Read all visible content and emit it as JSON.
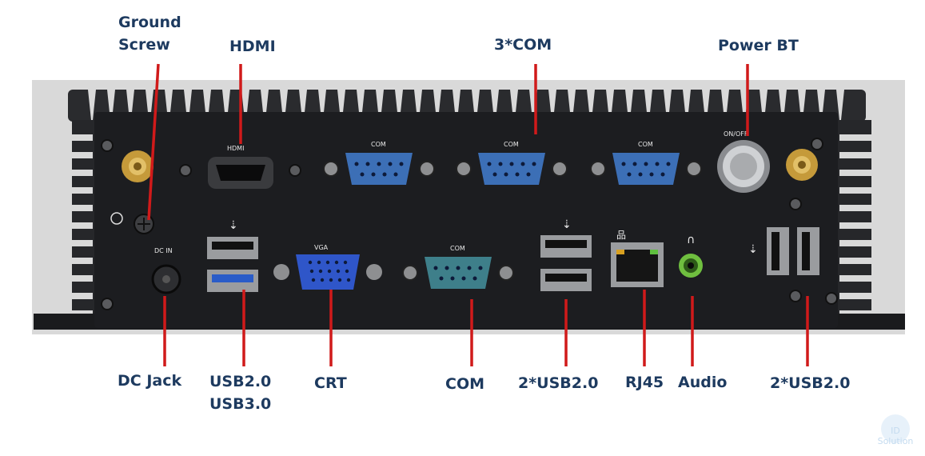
{
  "labels": {
    "ground": [
      "Ground",
      "Screw"
    ],
    "hdmi": "HDMI",
    "com3": "3*COM",
    "power": "Power BT",
    "dc": "DC Jack",
    "usb_pair": [
      "USB2.0",
      "USB3.0"
    ],
    "crt": "CRT",
    "com": "COM",
    "usb_mid": "2*USB2.0",
    "rj45": "RJ45",
    "audio": "Audio",
    "usb_right": "2*USB2.0"
  },
  "silkscreen": {
    "hdmi": "HDMI",
    "com": "COM",
    "vga": "VGA",
    "onoff": "ON/OFF",
    "dcin": "DC IN"
  },
  "watermark": "ID Solution",
  "colors": {
    "label_text": "#1d3a5f",
    "pointer": "#d01a1a",
    "chassis": "#1c1d20",
    "com_port": "#3c6fb6",
    "vga_port": "#2f56c9",
    "usb3": "#2a5cc8",
    "audio_ring": "#6fbf3f"
  }
}
